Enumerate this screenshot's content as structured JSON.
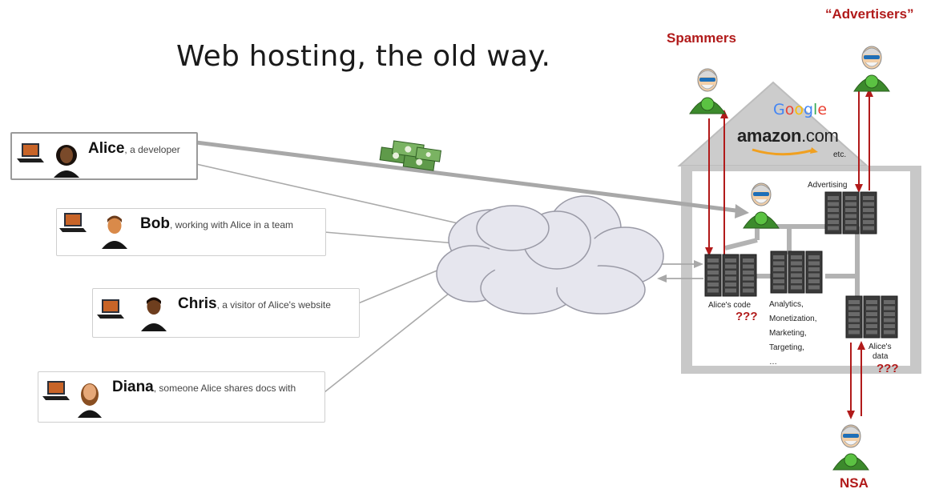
{
  "title": "Web hosting, the old way.",
  "users": [
    {
      "name": "Alice",
      "desc": ", a developer"
    },
    {
      "name": "Bob",
      "desc": ", working with Alice in a team"
    },
    {
      "name": "Chris",
      "desc": ", a visitor of Alice's website"
    },
    {
      "name": "Diana",
      "desc": ", someone Alice shares docs with"
    }
  ],
  "house": {
    "brands": {
      "google": [
        "G",
        "o",
        "o",
        "g",
        "l",
        "e"
      ],
      "amazon_main": "amazon",
      "amazon_tld": ".com",
      "etc": "etc."
    },
    "labels": {
      "advertising": "Advertising",
      "alices_code": "Alice's code",
      "analytics": [
        "Analytics,",
        "Monetization,",
        "Marketing,",
        "Targeting,",
        "…"
      ],
      "alices_data": [
        "Alice's",
        "data"
      ],
      "unknown": "???"
    }
  },
  "actors": {
    "spammers": "Spammers",
    "advertisers": "“Advertisers”",
    "nsa": "NSA"
  },
  "colors": {
    "danger": "#b11a1a",
    "link": "#a8a8a8",
    "house": "#c8c8c8",
    "server": "#3a3a3a",
    "google": [
      "#4285F4",
      "#EA4335",
      "#FBBC05",
      "#4285F4",
      "#34A853",
      "#EA4335"
    ]
  }
}
